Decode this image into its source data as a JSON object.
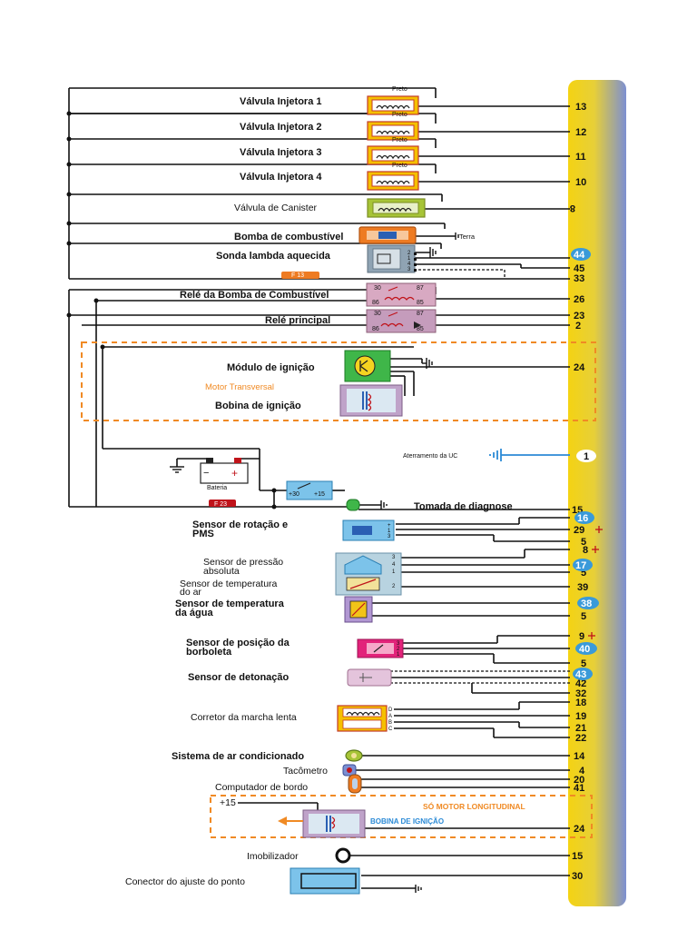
{
  "components": {
    "inj1": "Válvula Injetora 1",
    "inj2": "Válvula Injetora 2",
    "inj3": "Válvula Injetora 3",
    "inj4": "Válvula Injetora 4",
    "canister": "Válvula de Canister",
    "pump": "Bomba de combustível",
    "terra": "Terra",
    "lambda": "Sonda lambda aquecida",
    "fuse13": "F 13",
    "pump_relay": "Relé da Bomba de Combustível",
    "main_relay": "Relé principal",
    "ign_module": "Módulo de ignição",
    "motor_transversal": "Motor Transversal",
    "ign_coil": "Bobina de ignição",
    "ecu_ground": "Aterramento da UC",
    "battery": "Bateria",
    "fuse23": "F 23",
    "diag": "Tomada de diagnose",
    "rpm_sensor_1": "Sensor de rotação e",
    "rpm_sensor_2": "PMS",
    "map_sensor_1": "Sensor de pressão",
    "map_sensor_2": "absoluta",
    "air_temp_1": "Sensor de temperatura",
    "air_temp_2": "do ar",
    "water_temp_1": "Sensor de temperatura",
    "water_temp_2": "da água",
    "tps_1": "Sensor de posição da",
    "tps_2": "borboleta",
    "knock": "Sensor de detonação",
    "idle": "Corretor da marcha lenta",
    "ac": "Sistema de ar condicionado",
    "tach": "Tacômetro",
    "trip": "Computador de bordo",
    "plus15": "+15",
    "longitudinal": "SÓ MOTOR LONGITUDINAL",
    "coil_long": "BOBINA DE IGNIÇÃO",
    "immob": "Imobilizador",
    "timing": "Conector do ajuste do ponto",
    "wire_preto": "Preto"
  },
  "relay_terms": {
    "t30": "30",
    "t87": "87",
    "t86": "86",
    "t85": "85",
    "r30": "30",
    "r87": "87",
    "r86": "86",
    "r85": "85"
  },
  "battery_terms": {
    "minus": "−",
    "plus": "+"
  },
  "switch_terms": {
    "t30": "+30",
    "t15": "+15"
  },
  "lambda_pins": [
    "2",
    "1",
    "4",
    "3"
  ],
  "map_pins": [
    "3",
    "4",
    "1",
    "2"
  ],
  "tps_pins": [
    "3",
    "2",
    "1"
  ],
  "idle_pins": [
    "D",
    "A",
    "B",
    "C"
  ],
  "rpm_pins": [
    "+",
    "1",
    "3"
  ],
  "ecu_pins": {
    "p13": "13",
    "p12": "12",
    "p11": "11",
    "p10": "10",
    "p8": "8",
    "p44": "44",
    "p45": "45",
    "p33": "33",
    "p26": "26",
    "p23": "23",
    "p2": "2",
    "p24": "24",
    "p1": "1",
    "p15": "15",
    "p16": "16",
    "p29": "29",
    "p5a": "5",
    "p8b": "8",
    "p17": "17",
    "p5b": "5",
    "p39": "39",
    "p38": "38",
    "p5c": "5",
    "p9": "9",
    "p40": "40",
    "p5d": "5",
    "p43": "43",
    "p42": "42",
    "p32": "32",
    "p18": "18",
    "p19": "19",
    "p21": "21",
    "p22": "22",
    "p14": "14",
    "p4": "4",
    "p20": "20",
    "p41": "41",
    "p24b": "24",
    "p15b": "15",
    "p30": "30"
  },
  "colors": {
    "ecu_top": "#f2d21a",
    "ecu_bottom": "#7f8fcf",
    "injector": "#f5c000",
    "canister": "#a7c437",
    "pump": "#ee7b22",
    "orange_dash": "#f08a24",
    "badge": "#3a9ad9",
    "ign_module": "#3fb649",
    "coil": "#bfa3c9",
    "sensor_blue": "#7cc3ea",
    "water_temp": "#b197d2",
    "tps": "#e2237a",
    "knock": "#e4c4dc",
    "ground_line": "#2b8ad6"
  }
}
